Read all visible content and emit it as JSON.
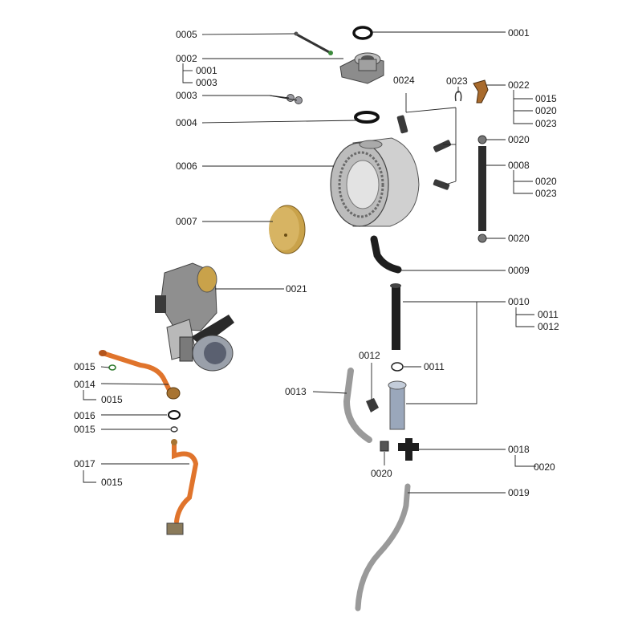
{
  "diagram": {
    "title": "Exploded parts view",
    "labels": {
      "l0001a": "0001",
      "l0002": "0002",
      "l0002_0001": "0001",
      "l0002_0003": "0003",
      "l0003": "0003",
      "l0004": "0004",
      "l0005": "0005",
      "l0006": "0006",
      "l0007": "0007",
      "l0008": "0008",
      "l0008_0020": "0020",
      "l0008_0023": "0023",
      "l0009": "0009",
      "l0010": "0010",
      "l0010_0011": "0011",
      "l0010_0012": "0012",
      "l0011": "0011",
      "l0012": "0012",
      "l0013": "0013",
      "l0014": "0014",
      "l0014_0015": "0015",
      "l0015a": "0015",
      "l0015b": "0015",
      "l0016": "0016",
      "l0017": "0017",
      "l0017_0015": "0015",
      "l0018": "0018",
      "l0018_0020": "0020",
      "l0019": "0019",
      "l0020a": "0020",
      "l0020b": "0020",
      "l0020c": "0020",
      "l0021": "0021",
      "l0022": "0022",
      "l0022_0015": "0015",
      "l0022_0020": "0020",
      "l0022_0023": "0023",
      "l0023": "0023",
      "l0024": "0024"
    }
  },
  "colors": {
    "copper": "#e0742c",
    "copper_dark": "#b4551c",
    "grey_light": "#cfcfcf",
    "grey_mid": "#a8a8a8",
    "grey_dark": "#555555",
    "black_part": "#1e1e1e",
    "gold": "#c9a24a",
    "blue_tube": "#9aa7bb"
  }
}
